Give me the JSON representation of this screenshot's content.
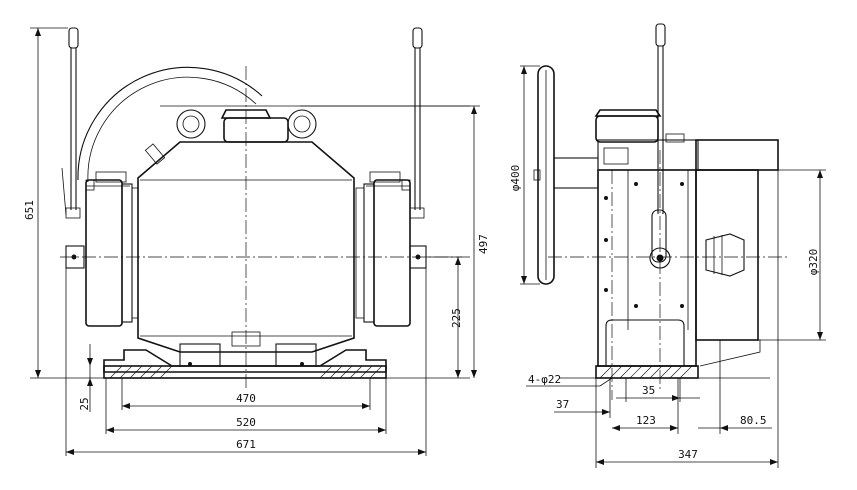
{
  "dimensions": {
    "front": {
      "height_total": "651",
      "height_center": "497",
      "height_axis": "225",
      "base_thickness": "25",
      "width_bolt": "470",
      "width_base": "520",
      "width_overall": "671"
    },
    "side": {
      "handwheel_dia": "φ400",
      "sheave_dia": "φ320",
      "holes": "4-φ22",
      "offset_35": "35",
      "offset_37": "37",
      "offset_123": "123",
      "offset_80_5": "80.5",
      "depth_overall": "347"
    }
  }
}
